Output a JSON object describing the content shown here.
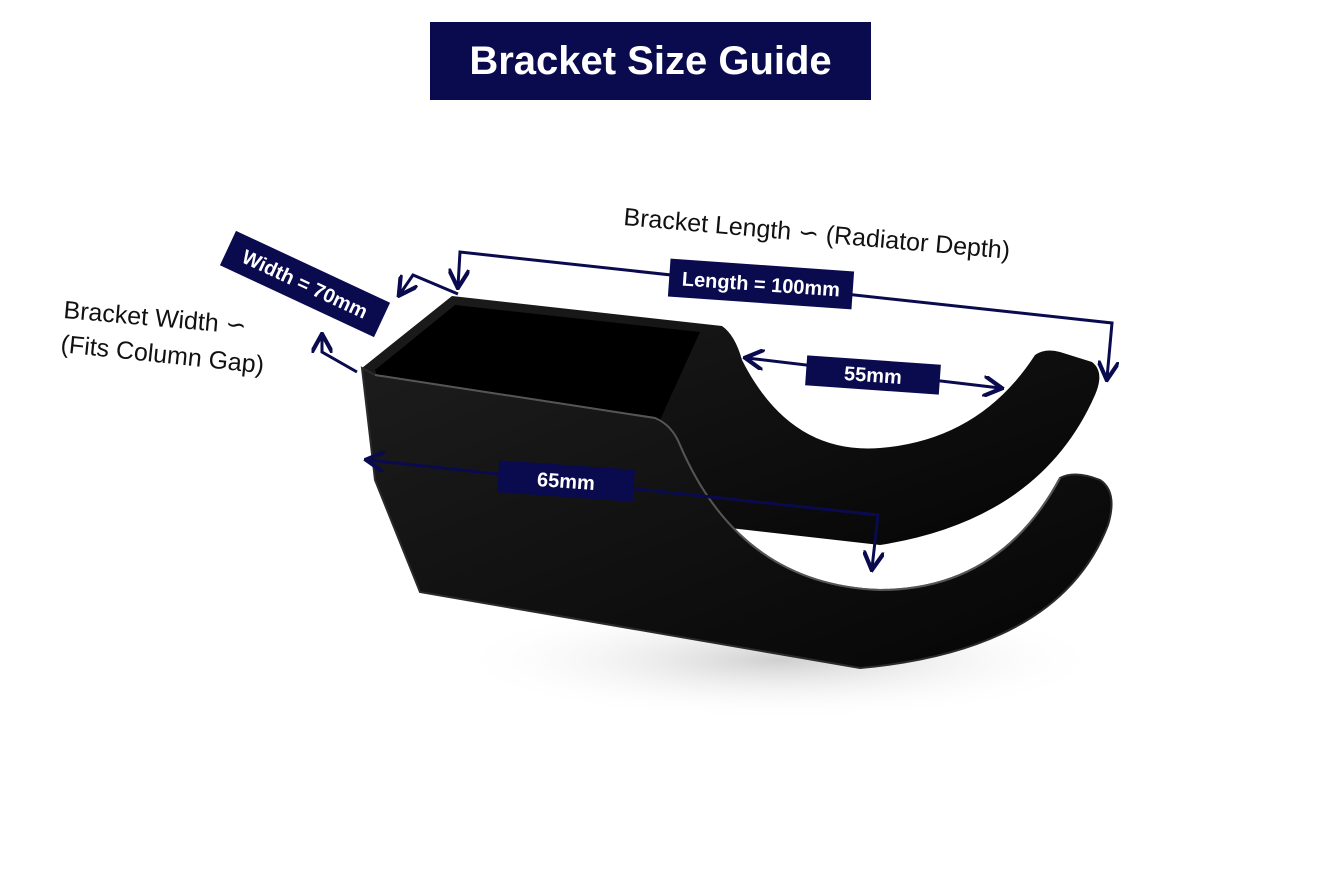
{
  "title": "Bracket Size Guide",
  "annotations": {
    "length_caption": "Bracket Length ∽ (Radiator Depth)",
    "width_caption_line1": "Bracket Width ∽",
    "width_caption_line2": "(Fits Column Gap)"
  },
  "dimensions": {
    "width": "Width = 70mm",
    "length": "Length = 100mm",
    "arc_gap": "55mm",
    "front_depth": "65mm"
  },
  "colors": {
    "accent": "#0a0a4f",
    "product": "#111111"
  }
}
